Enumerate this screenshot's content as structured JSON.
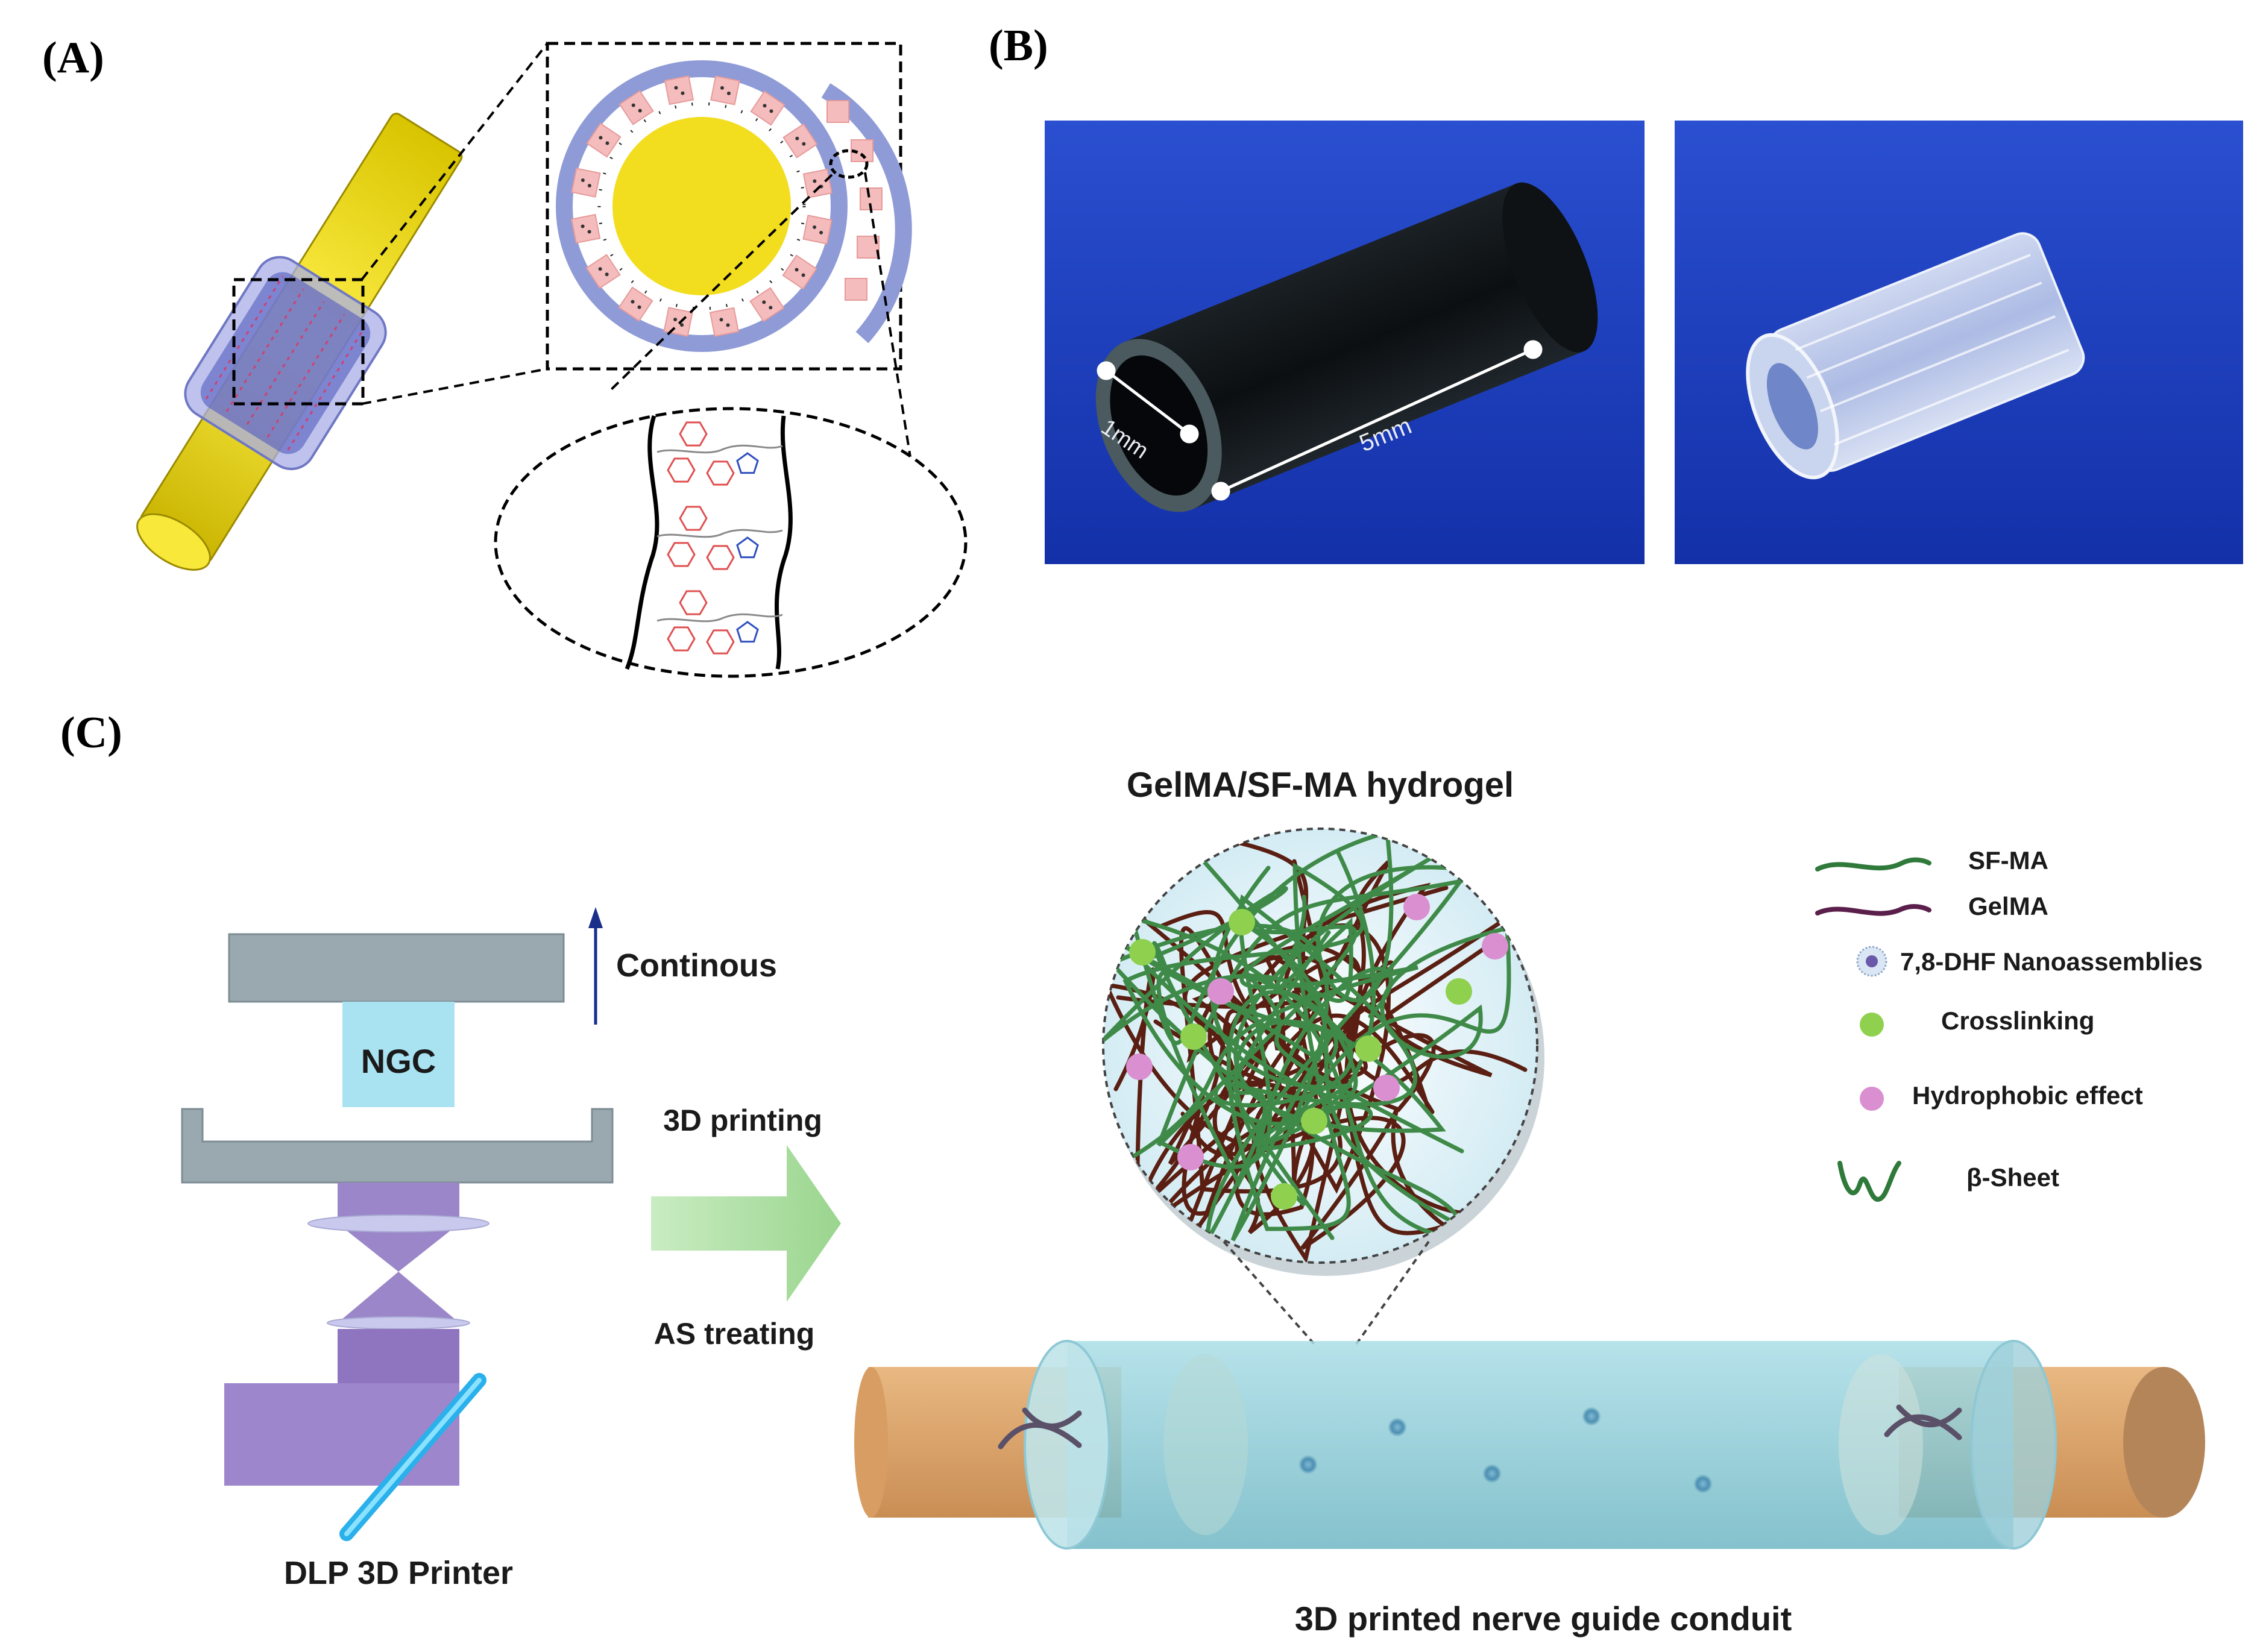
{
  "panels": {
    "a_label": "(A)",
    "b_label": "(B)",
    "c_label": "(C)"
  },
  "panel_b": {
    "dimension_inner": "1mm",
    "dimension_length": "5mm",
    "photo_bg": "#1f3fc0"
  },
  "panel_c": {
    "printer_arrow_label": "Continous",
    "ngc_label": "NGC",
    "process_step_1": "3D printing",
    "process_step_2": "AS treating",
    "printer_caption": "DLP 3D Printer",
    "hydrogel_title": "GelMA/SF-MA hydrogel",
    "conduit_caption": "3D printed nerve guide conduit",
    "legend": {
      "sfma": "SF-MA",
      "gelma": "GelMA",
      "dhf": "7,8-DHF Nanoassemblies",
      "crosslinking": "Crosslinking",
      "hydrophobic": "Hydrophobic effect",
      "beta_sheet": "β-Sheet"
    }
  },
  "colors": {
    "nerve_yellow": "#f2dd1f",
    "conduit_blue": "#8f9bd6",
    "drug_pink": "#f4bcbc",
    "sfma_green": "#2f7a3a",
    "gelma_brown": "#5a1f12",
    "crosslink_green": "#8fd14f",
    "hydrophobic_pink": "#d98fd0",
    "conduit_cyan": "#9fd6df",
    "nerve_orange": "#e0aa72"
  }
}
